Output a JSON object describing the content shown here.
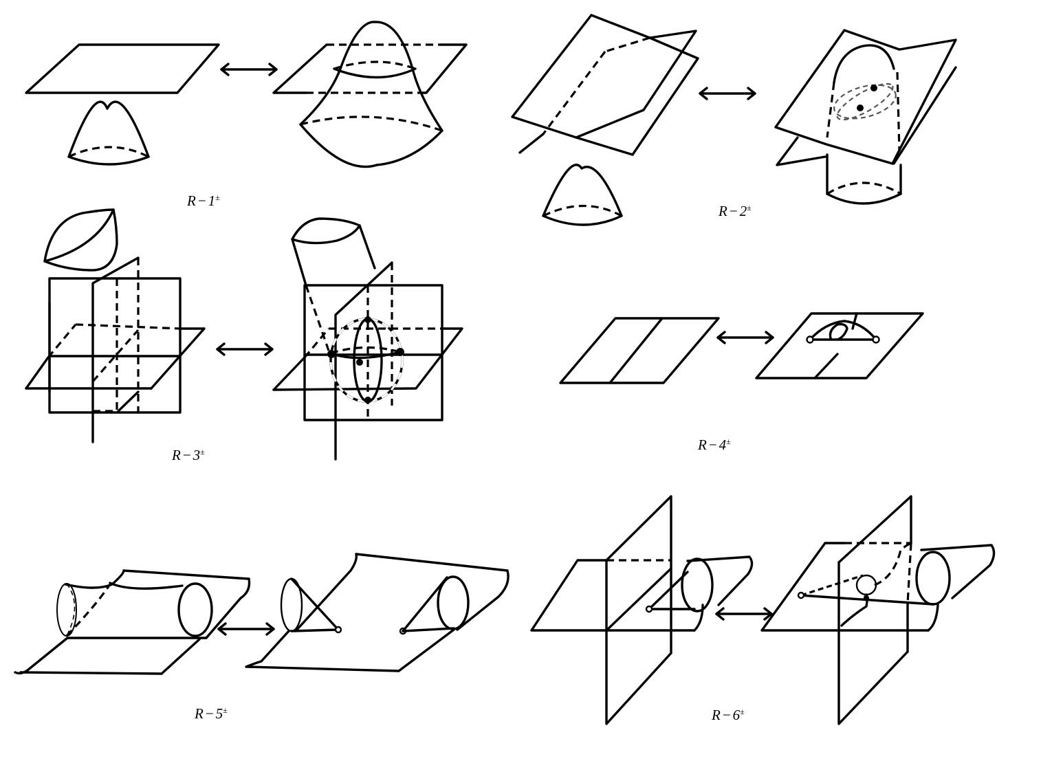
{
  "figure": {
    "labels": [
      {
        "base": "R",
        "sep": "−",
        "index": "1",
        "sup": "±"
      },
      {
        "base": "R",
        "sep": "−",
        "index": "2",
        "sup": "±"
      },
      {
        "base": "R",
        "sep": "−",
        "index": "3",
        "sup": "±"
      },
      {
        "base": "R",
        "sep": "−",
        "index": "4",
        "sup": "±"
      },
      {
        "base": "R",
        "sep": "−",
        "index": "5",
        "sup": "±"
      },
      {
        "base": "R",
        "sep": "−",
        "index": "6",
        "sup": "±"
      }
    ],
    "arrow_icon": "double-headed-arrow-icon"
  }
}
